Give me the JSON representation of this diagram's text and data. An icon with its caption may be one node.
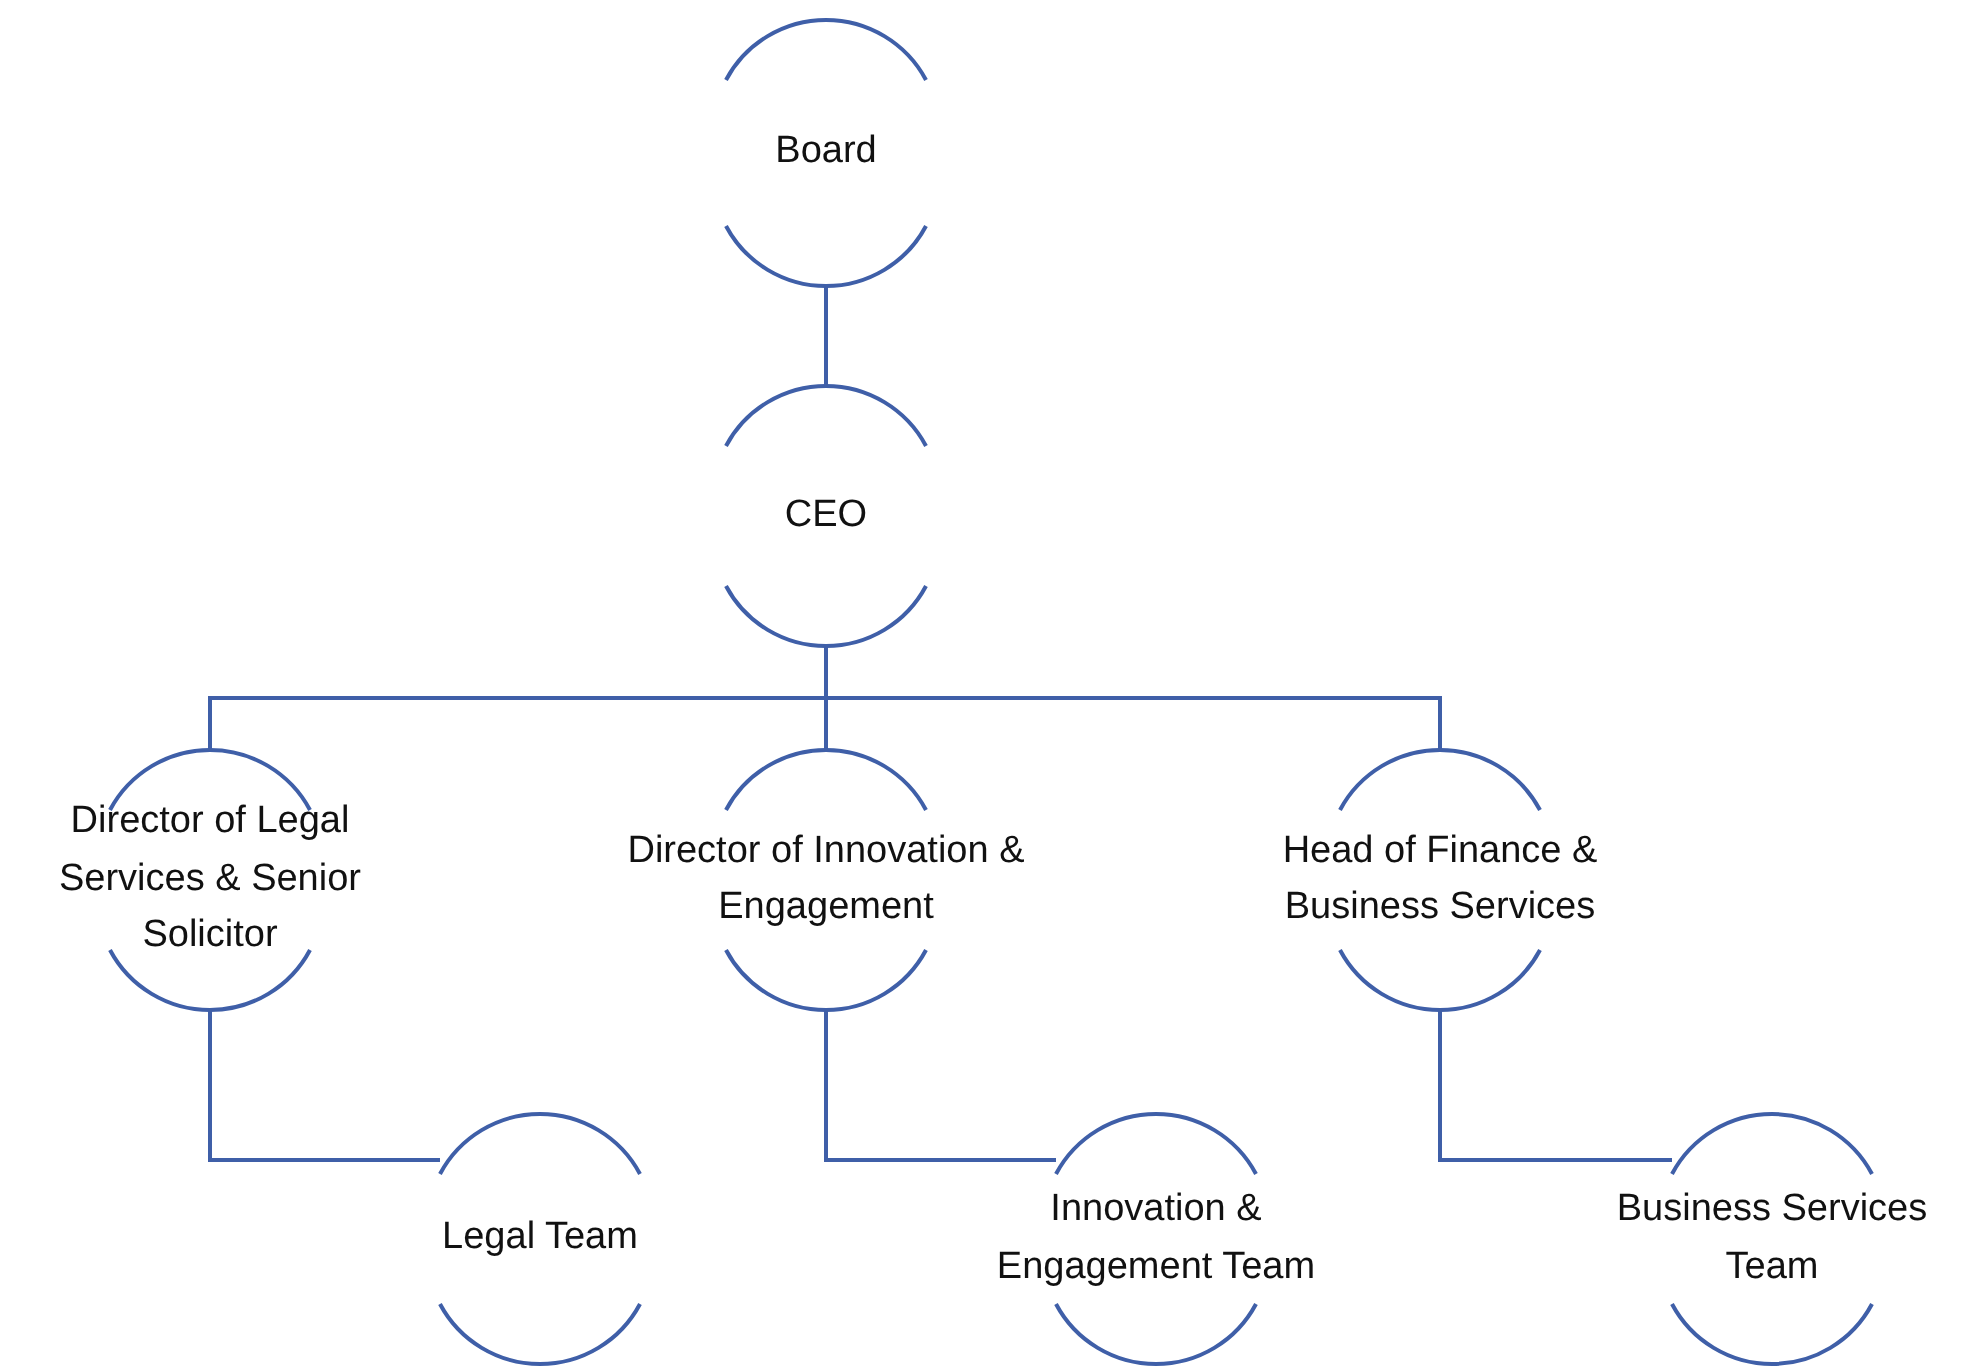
{
  "diagram": {
    "nodes": [
      {
        "text": [
          "Board"
        ]
      },
      {
        "text": [
          "CEO"
        ]
      },
      {
        "text": [
          "Director of Legal Services & Senior Solicitor"
        ]
      },
      {
        "text": [
          "Director of Innovation & Engagement"
        ]
      },
      {
        "text": [
          "Head of Finance & Business Services"
        ]
      },
      {
        "text": [
          "Legal Team"
        ]
      },
      {
        "text": [
          "Innovation & Engagement Team"
        ]
      },
      {
        "text": [
          "Business Services Team"
        ]
      }
    ],
    "edges": [
      {
        "from": 0,
        "to": 1,
        "arrow": "none"
      },
      {
        "from": 1,
        "to": 2,
        "arrow": "none"
      },
      {
        "from": 1,
        "to": 3,
        "arrow": "none"
      },
      {
        "from": 1,
        "to": 4,
        "arrow": "none"
      },
      {
        "from": 2,
        "to": 5,
        "arrow": "none"
      },
      {
        "from": 3,
        "to": 6,
        "arrow": "none"
      },
      {
        "from": 4,
        "to": 7,
        "arrow": "none"
      }
    ]
  }
}
